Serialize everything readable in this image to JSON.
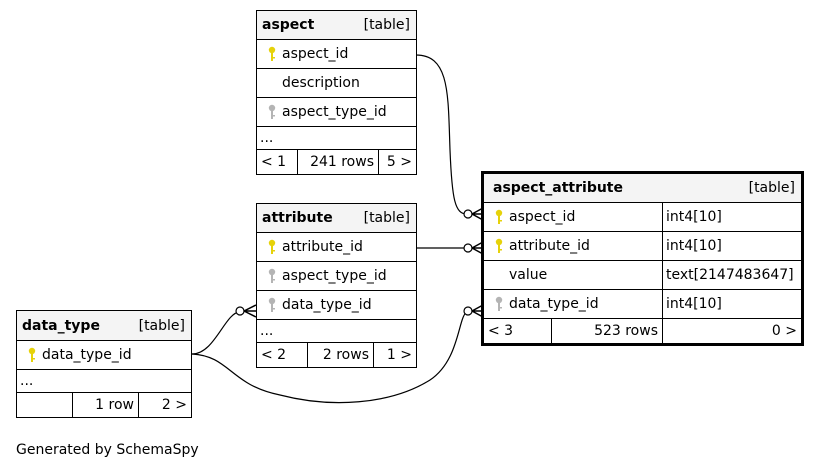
{
  "tables": {
    "aspect": {
      "name": "aspect",
      "kind": "[table]",
      "columns": [
        {
          "name": "aspect_id",
          "key": "primary"
        },
        {
          "name": "description",
          "key": "none"
        },
        {
          "name": "aspect_type_id",
          "key": "foreign"
        }
      ],
      "ellipsis": "...",
      "footer": {
        "prev": "< 1",
        "rows": "241 rows",
        "next": "5 >"
      }
    },
    "attribute": {
      "name": "attribute",
      "kind": "[table]",
      "columns": [
        {
          "name": "attribute_id",
          "key": "primary"
        },
        {
          "name": "aspect_type_id",
          "key": "foreign"
        },
        {
          "name": "data_type_id",
          "key": "foreign"
        }
      ],
      "ellipsis": "...",
      "footer": {
        "prev": "< 2",
        "rows": "2 rows",
        "next": "1 >"
      }
    },
    "data_type": {
      "name": "data_type",
      "kind": "[table]",
      "columns": [
        {
          "name": "data_type_id",
          "key": "primary"
        }
      ],
      "ellipsis": "...",
      "footer": {
        "prev": "",
        "rows": "1 row",
        "next": "2 >"
      }
    },
    "aspect_attribute": {
      "name": "aspect_attribute",
      "kind": "[table]",
      "columns": [
        {
          "name": "aspect_id",
          "type": "int4[10]",
          "key": "primary"
        },
        {
          "name": "attribute_id",
          "type": "int4[10]",
          "key": "primary"
        },
        {
          "name": "value",
          "type": "text[2147483647]",
          "key": "none"
        },
        {
          "name": "data_type_id",
          "type": "int4[10]",
          "key": "foreign"
        }
      ],
      "footer": {
        "prev": "< 3",
        "rows": "523 rows",
        "next": "0 >"
      }
    }
  },
  "footer_text": "Generated by SchemaSpy",
  "colors": {
    "primary_key": "#e6d20a",
    "foreign_key": "#b4b4b4",
    "header_bg": "#f4f4f4"
  }
}
